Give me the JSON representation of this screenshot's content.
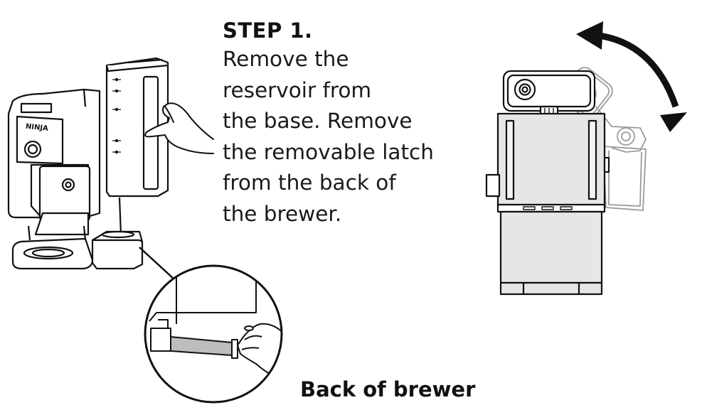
{
  "step": {
    "title": "STEP 1.",
    "lines": [
      "Remove the",
      "reservoir from",
      "the base. Remove",
      "the removable latch",
      "from the back of",
      "the brewer."
    ]
  },
  "brand_label": "NINJA",
  "caption": "Back of brewer",
  "colors": {
    "line": "#111111",
    "faded": "#9a9a9a",
    "gray_fill": "#e6e6e6",
    "arrow": "#111111"
  }
}
